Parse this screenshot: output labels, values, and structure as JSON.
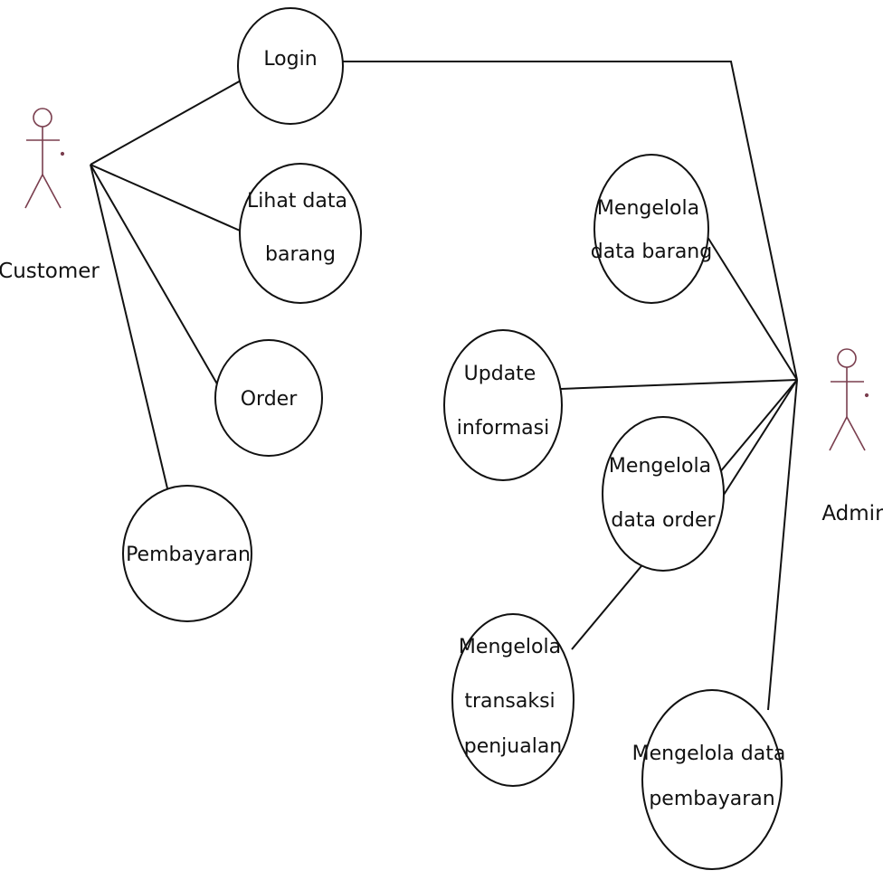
{
  "actors": {
    "customer": {
      "label": "Customer",
      "stroke_color": "#7a3e4e"
    },
    "admin": {
      "label": "Admin",
      "stroke_color": "#7a3e4e"
    }
  },
  "use_cases": {
    "login": [
      "Login"
    ],
    "lihat_data_barang": [
      "Lihat data",
      "barang"
    ],
    "order": [
      "Order"
    ],
    "pembayaran": [
      "Pembayaran"
    ],
    "mengelola_data_barang": [
      "Mengelola",
      "data barang"
    ],
    "update_informasi": [
      "Update",
      "informasi"
    ],
    "mengelola_data_order": [
      "Mengelola",
      "data order"
    ],
    "mengelola_transaksi_penjualan": [
      "Mengelola",
      "transaksi",
      "penjualan"
    ],
    "mengelola_data_pembayaran": [
      "Mengelola data",
      "pembayaran"
    ]
  },
  "associations": [
    {
      "actor": "customer",
      "use_case": "login"
    },
    {
      "actor": "customer",
      "use_case": "lihat_data_barang"
    },
    {
      "actor": "customer",
      "use_case": "order"
    },
    {
      "actor": "customer",
      "use_case": "pembayaran"
    },
    {
      "actor": "admin",
      "use_case": "login"
    },
    {
      "actor": "admin",
      "use_case": "mengelola_data_barang"
    },
    {
      "actor": "admin",
      "use_case": "update_informasi"
    },
    {
      "actor": "admin",
      "use_case": "mengelola_data_order"
    },
    {
      "actor": "admin",
      "use_case": "mengelola_transaksi_penjualan"
    },
    {
      "actor": "admin",
      "use_case": "mengelola_data_pembayaran"
    }
  ]
}
